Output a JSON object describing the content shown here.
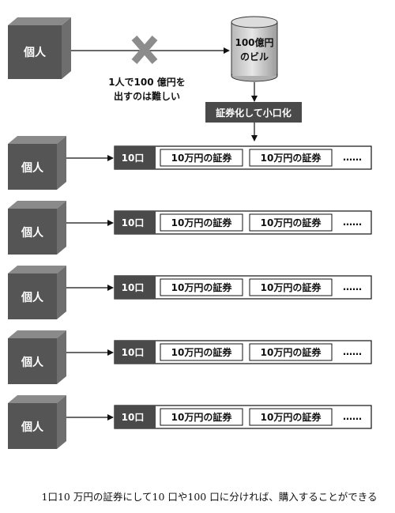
{
  "top": {
    "individual_label": "個人",
    "note_line1": "1人で100 億円を",
    "note_line2": "出すのは難しい",
    "building_line1": "100億円",
    "building_line2": "のビル",
    "process_label": "証券化して小口化"
  },
  "rows": [
    {
      "individual": "個人",
      "units": "10口",
      "security1": "10万円の証券",
      "security2": "10万円の証券",
      "more": "……"
    },
    {
      "individual": "個人",
      "units": "10口",
      "security1": "10万円の証券",
      "security2": "10万円の証券",
      "more": "……"
    },
    {
      "individual": "個人",
      "units": "10口",
      "security1": "10万円の証券",
      "security2": "10万円の証券",
      "more": "……"
    },
    {
      "individual": "個人",
      "units": "10口",
      "security1": "10万円の証券",
      "security2": "10万円の証券",
      "more": "……"
    },
    {
      "individual": "個人",
      "units": "10口",
      "security1": "10万円の証券",
      "security2": "10万円の証券",
      "more": "……"
    }
  ],
  "caption": "1口10 万円の証券にして10 口や100 口に分ければ、購入することができる",
  "colors": {
    "cube_front": "#555555",
    "cube_top": "#8a8a8a",
    "cube_side": "#6e6e6e",
    "cross": "#8c8c8c",
    "dark": "#4a4a4a"
  }
}
